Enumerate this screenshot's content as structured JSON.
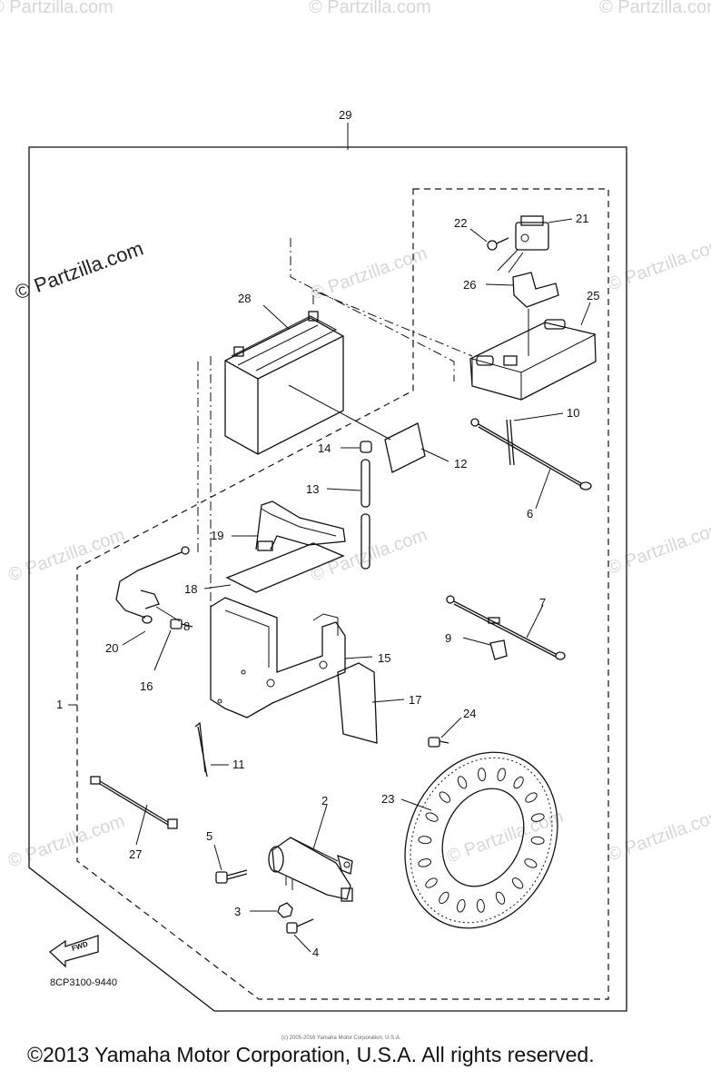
{
  "watermark": {
    "main": "© Partzilla.com",
    "repeat": "© Partzilla.com"
  },
  "drawing_code": "8CP3100-9440",
  "fwd_label": "FWD",
  "copyright": "©2013 Yamaha Motor Corporation, U.S.A. All rights reserved.",
  "tiny_copyright": "(c) 2005-2016 Yamaha Motor Corporation, U.S.A.",
  "callouts": {
    "c1": "1",
    "c2": "2",
    "c3": "3",
    "c4": "4",
    "c5": "5",
    "c6": "6",
    "c7": "7",
    "c8": "8",
    "c9": "9",
    "c10": "10",
    "c11": "11",
    "c12": "12",
    "c13": "13",
    "c14": "14",
    "c15": "15",
    "c16": "16",
    "c17": "17",
    "c18": "18",
    "c19": "19",
    "c20": "20",
    "c21": "21",
    "c22": "22",
    "c23": "23",
    "c24": "24",
    "c25": "25",
    "c26": "26",
    "c27": "27",
    "c28": "28",
    "c29": "29"
  }
}
